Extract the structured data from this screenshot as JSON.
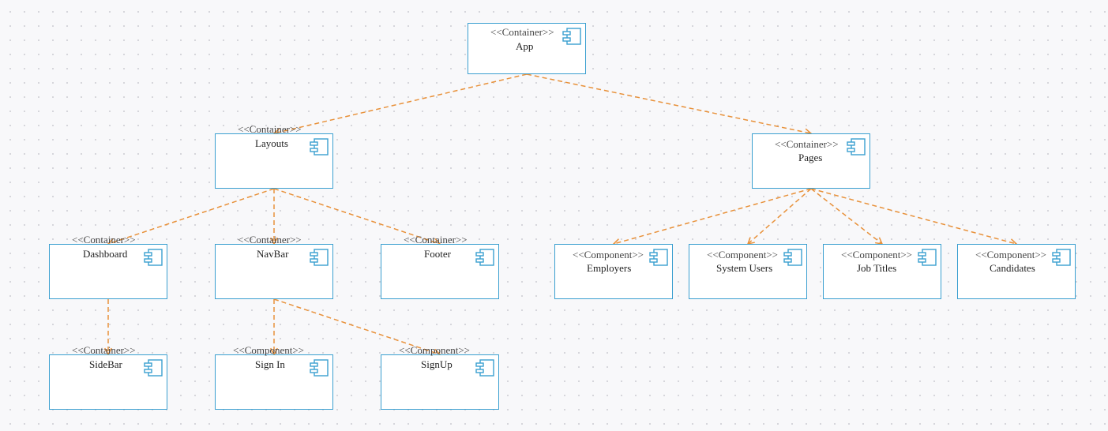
{
  "colors": {
    "node_border": "#3a9fd0",
    "edge": "#e8913a",
    "background": "#f8f8fa"
  },
  "nodes": {
    "app": {
      "stereotype": "<<Container>>",
      "name": "App",
      "icon": "component-icon"
    },
    "layouts": {
      "stereotype": "<<Container>>",
      "name": "Layouts",
      "icon": "component-icon"
    },
    "pages": {
      "stereotype": "<<Container>>",
      "name": "Pages",
      "icon": "component-icon"
    },
    "dashboard": {
      "stereotype": "<<Container>>",
      "name": "Dashboard",
      "icon": "component-icon"
    },
    "navbar": {
      "stereotype": "<<Container>>",
      "name": "NavBar",
      "icon": "component-icon"
    },
    "footer": {
      "stereotype": "<<Container>>",
      "name": "Footer",
      "icon": "component-icon"
    },
    "sidebar": {
      "stereotype": "<<Container>>",
      "name": "SideBar",
      "icon": "component-icon"
    },
    "signin": {
      "stereotype": "<<Component>>",
      "name": "Sign In",
      "icon": "component-icon"
    },
    "signup": {
      "stereotype": "<<Component>>",
      "name": "SignUp",
      "icon": "component-icon"
    },
    "employers": {
      "stereotype": "<<Component>>",
      "name": "Employers",
      "icon": "component-icon"
    },
    "system_users": {
      "stereotype": "<<Component>>",
      "name": "System Users",
      "icon": "component-icon"
    },
    "job_titles": {
      "stereotype": "<<Component>>",
      "name": "Job Titles",
      "icon": "component-icon"
    },
    "candidates": {
      "stereotype": "<<Component>>",
      "name": "Candidates",
      "icon": "component-icon"
    }
  },
  "edges": [
    {
      "from": "app",
      "to": "layouts"
    },
    {
      "from": "app",
      "to": "pages"
    },
    {
      "from": "layouts",
      "to": "dashboard"
    },
    {
      "from": "layouts",
      "to": "navbar"
    },
    {
      "from": "layouts",
      "to": "footer"
    },
    {
      "from": "dashboard",
      "to": "sidebar"
    },
    {
      "from": "navbar",
      "to": "signin"
    },
    {
      "from": "navbar",
      "to": "signup"
    },
    {
      "from": "pages",
      "to": "employers"
    },
    {
      "from": "pages",
      "to": "system_users"
    },
    {
      "from": "pages",
      "to": "job_titles"
    },
    {
      "from": "pages",
      "to": "candidates"
    }
  ]
}
